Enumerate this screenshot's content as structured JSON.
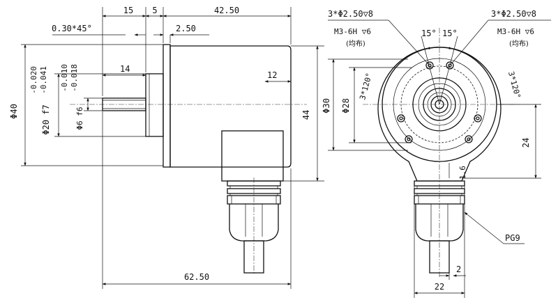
{
  "side_view": {
    "dim_top_15": "15",
    "dim_top_5": "5",
    "dim_top_42_50": "42.50",
    "dim_chamfer": "0.30*45°",
    "dim_2_50": "2.50",
    "dim_14": "14",
    "dim_12": "12",
    "dim_44": "44",
    "dim_62_50": "62.50",
    "dia_40": "Φ40",
    "tol_40_upper": "-0.020",
    "tol_40_lower": "-0.041",
    "dia_20": "Φ20 f7",
    "tol_20_upper": "-0.010",
    "tol_20_lower": "-0.018",
    "dia_6": "Φ6 f6"
  },
  "front_view": {
    "hole_spec_left": "3*Φ2.50▽8",
    "thread_spec_left": "M3-6H ▽6",
    "note_left": "(均布)",
    "hole_spec_right": "3*Φ2.50▽8",
    "thread_spec_right": "M3-6H ▽6",
    "note_right": "(均布)",
    "angle_left": "15°",
    "angle_right": "15°",
    "pattern_left": "3*120°",
    "pattern_right": "3*120°",
    "dia_30": "Φ30",
    "dia_28": "Φ28",
    "dim_24": "24",
    "dim_1_6": "1.6",
    "gland_label": "PG9",
    "dim_2": "2",
    "dim_22": "22"
  }
}
